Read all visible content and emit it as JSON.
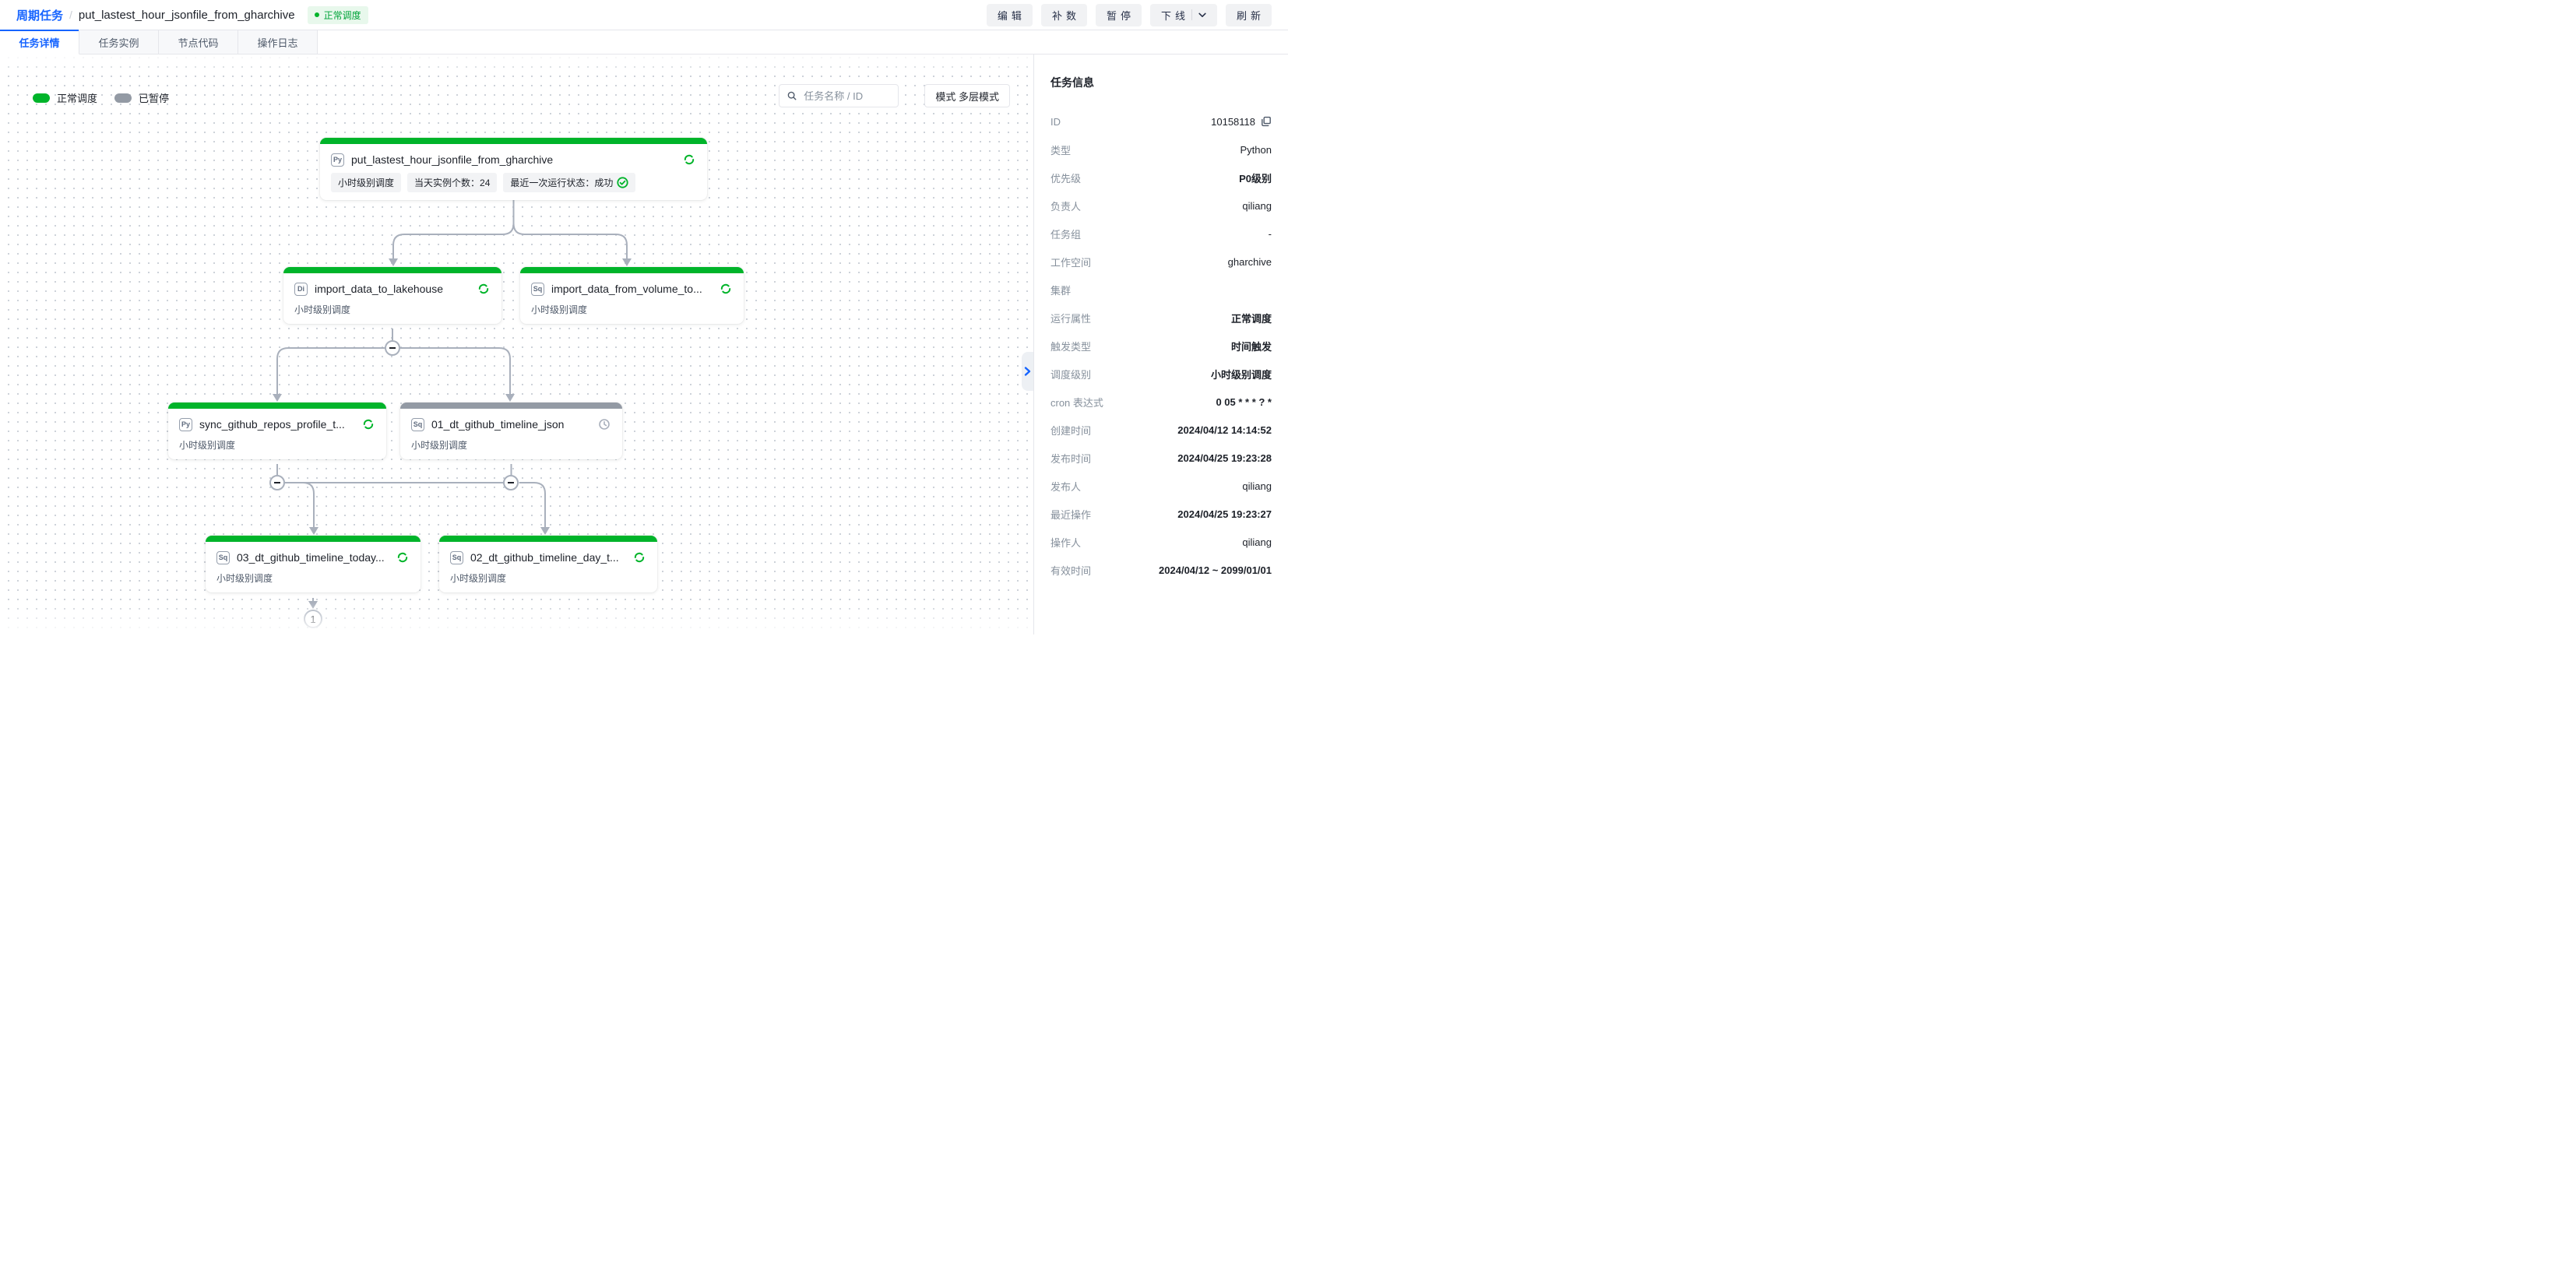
{
  "header": {
    "breadcrumb_root": "周期任务",
    "breadcrumb_separator": "/",
    "task_name": "put_lastest_hour_jsonfile_from_gharchive",
    "status_badge": "正常调度",
    "buttons": [
      {
        "label": "编辑",
        "name": "edit-button"
      },
      {
        "label": "补数",
        "name": "backfill-button"
      },
      {
        "label": "暂停",
        "name": "pause-button"
      },
      {
        "label": "下线",
        "name": "offline-button",
        "dropdown": true
      },
      {
        "label": "刷新",
        "name": "refresh-button"
      }
    ]
  },
  "tabs": [
    {
      "label": "任务详情",
      "active": true
    },
    {
      "label": "任务实例",
      "active": false
    },
    {
      "label": "节点代码",
      "active": false
    },
    {
      "label": "操作日志",
      "active": false
    }
  ],
  "legend": [
    {
      "label": "正常调度",
      "color": "#00b42a"
    },
    {
      "label": "已暂停",
      "color": "#939aa4"
    }
  ],
  "toolbar": {
    "search_placeholder": "任务名称 / ID",
    "mode_label": "模式 多层模式"
  },
  "nodes": [
    {
      "chip": "Py",
      "title": "put_lastest_hour_jsonfile_from_gharchive",
      "status": "running",
      "tags": [
        "小时级别调度",
        "当天实例个数：24",
        "最近一次运行状态：成功"
      ]
    },
    {
      "chip": "Di",
      "title": "import_data_to_lakehouse",
      "subtitle": "小时级别调度",
      "status": "running"
    },
    {
      "chip": "Sq",
      "title": "import_data_from_volume_to...",
      "subtitle": "小时级别调度",
      "status": "running"
    },
    {
      "chip": "Py",
      "title": "sync_github_repos_profile_t...",
      "subtitle": "小时级别调度",
      "status": "running"
    },
    {
      "chip": "Sq",
      "title": "01_dt_github_timeline_json",
      "subtitle": "小时级别调度",
      "status": "paused"
    },
    {
      "chip": "Sq",
      "title": "03_dt_github_timeline_today...",
      "subtitle": "小时级别调度",
      "status": "running"
    },
    {
      "chip": "Sq",
      "title": "02_dt_github_timeline_day_t...",
      "subtitle": "小时级别调度",
      "status": "running"
    }
  ],
  "collapsed_count": "1",
  "panel": {
    "title": "任务信息",
    "rows": [
      {
        "label": "ID",
        "value": "10158118",
        "copy": true
      },
      {
        "label": "类型",
        "value": "Python"
      },
      {
        "label": "优先级",
        "value": "P0级别",
        "bold": true
      },
      {
        "label": "负责人",
        "value": "qiliang"
      },
      {
        "label": "任务组",
        "value": "-"
      },
      {
        "label": "工作空间",
        "value": "gharchive"
      },
      {
        "label": "集群",
        "value": ""
      },
      {
        "label": "运行属性",
        "value": "正常调度",
        "bold": true
      },
      {
        "label": "触发类型",
        "value": "时间触发",
        "bold": true
      },
      {
        "label": "调度级别",
        "value": "小时级别调度",
        "bold": true
      },
      {
        "label": "cron 表达式",
        "value": "0 05 * * * ? *",
        "bold": true
      },
      {
        "label": "创建时间",
        "value": "2024/04/12 14:14:52",
        "bold": true
      },
      {
        "label": "发布时间",
        "value": "2024/04/25 19:23:28",
        "bold": true
      },
      {
        "label": "发布人",
        "value": "qiliang"
      },
      {
        "label": "最近操作",
        "value": "2024/04/25 19:23:27",
        "bold": true
      },
      {
        "label": "操作人",
        "value": "qiliang"
      },
      {
        "label": "有效时间",
        "value": "2024/04/12 ~ 2099/01/01",
        "bold": true
      }
    ]
  },
  "colors": {
    "accent_blue": "#1664ff",
    "running_green": "#00b42a",
    "paused_gray": "#939aa4",
    "edge_gray": "#a9b0bc"
  }
}
